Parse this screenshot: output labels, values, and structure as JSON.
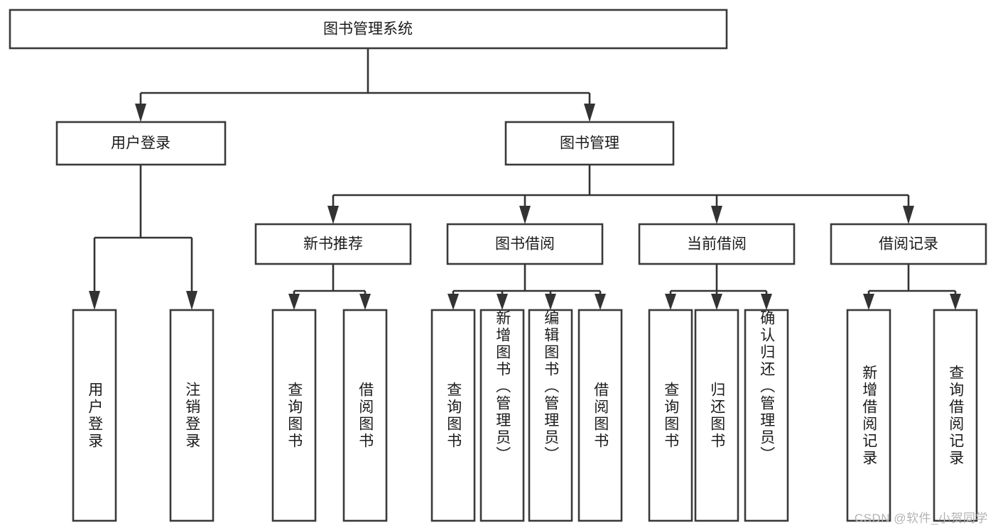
{
  "diagram": {
    "type": "tree",
    "title": "图书管理系统",
    "orientation": "top-down",
    "background_color": "#ffffff",
    "box_stroke_color": "#3a3a3a",
    "connector_color": "#333333",
    "text_color": "#1b1b1b"
  },
  "root": {
    "label": "图书管理系统"
  },
  "level2": [
    {
      "label": "用户登录"
    },
    {
      "label": "图书管理"
    }
  ],
  "level3": [
    {
      "label": "新书推荐"
    },
    {
      "label": "图书借阅"
    },
    {
      "label": "当前借阅"
    },
    {
      "label": "借阅记录"
    }
  ],
  "leaves": {
    "user_login": [
      {
        "label": "用户登录"
      },
      {
        "label": "注销登录"
      }
    ],
    "new_book_recommend": [
      {
        "label": "查询图书"
      },
      {
        "label": "借阅图书"
      }
    ],
    "book_borrow": [
      {
        "label": "查询图书"
      },
      {
        "label": "新增图书（管理员）"
      },
      {
        "label": "编辑图书（管理员）"
      },
      {
        "label": "借阅图书"
      }
    ],
    "current_borrow": [
      {
        "label": "查询图书"
      },
      {
        "label": "归还图书"
      },
      {
        "label": "确认归还（管理员）"
      }
    ],
    "borrow_record": [
      {
        "label": "新增借阅记录"
      },
      {
        "label": "查询借阅记录"
      }
    ]
  },
  "watermark": {
    "text": "CSDN @软件_小贺同学",
    "color": "#b4b4b4"
  }
}
